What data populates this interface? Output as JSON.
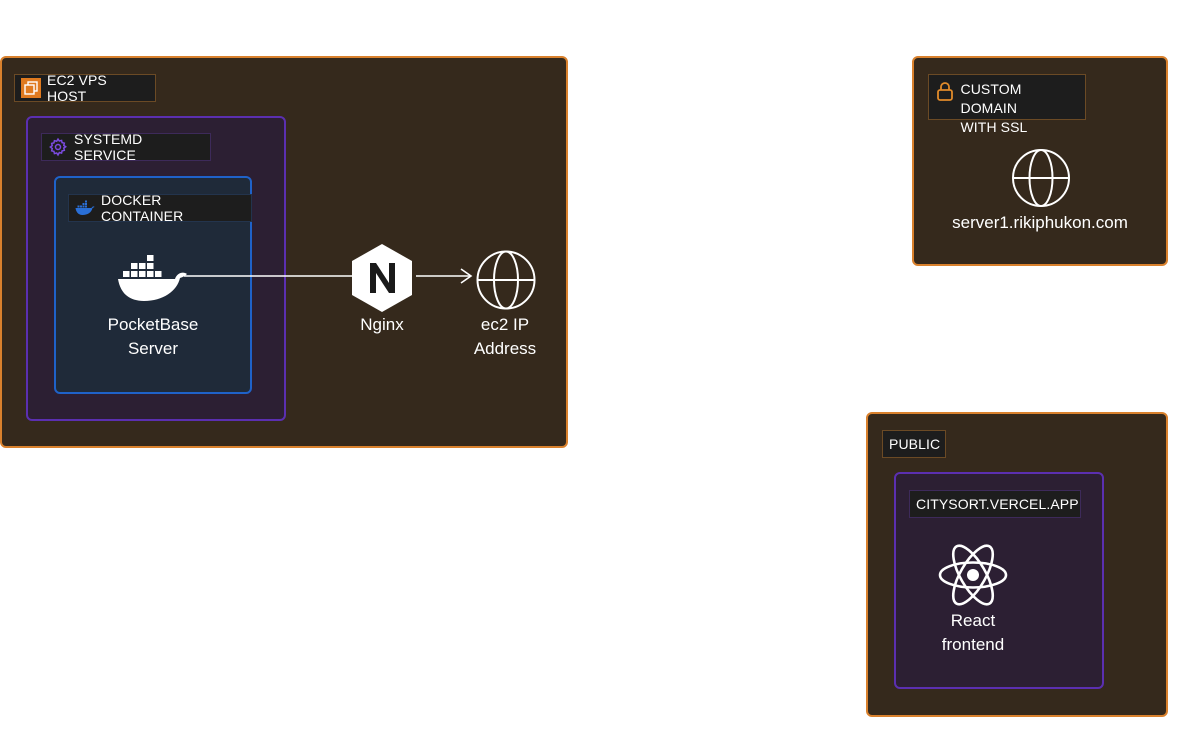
{
  "groups": {
    "ec2": {
      "label": "EC2 VPS HOST",
      "icon": "ec2-instances-icon",
      "accent": "#d9812d"
    },
    "systemd": {
      "label": "SYSTEMD SERVICE",
      "icon": "gear-icon",
      "accent": "#5b2fb0"
    },
    "docker": {
      "label": "DOCKER CONTAINER",
      "icon": "docker-whale-icon",
      "accent": "#1f62c9"
    },
    "domain": {
      "label_line1": "CUSTOM DOMAIN",
      "label_line2": "WITH SSL",
      "icon": "lock-icon",
      "accent": "#d9812d"
    },
    "public": {
      "label": "PUBLIC",
      "accent": "#d9812d"
    },
    "vercel": {
      "label": "CITYSORT.VERCEL.APP",
      "accent": "#5b2fb0"
    }
  },
  "nodes": {
    "pocketbase": {
      "line1": "PocketBase",
      "line2": "Server",
      "icon": "docker-whale-icon"
    },
    "nginx": {
      "label": "Nginx",
      "icon": "nginx-icon"
    },
    "ec2_ip": {
      "line1": "ec2 IP",
      "line2": "Address",
      "icon": "globe-icon"
    },
    "domain": {
      "label": "server1.rikiphukon.com",
      "icon": "globe-icon"
    },
    "react": {
      "line1": "React",
      "line2": "frontend",
      "icon": "react-icon"
    }
  },
  "colors": {
    "group_fill": "#35291c",
    "tag_fill": "#1d1d1d",
    "edge": "#ffffff"
  }
}
